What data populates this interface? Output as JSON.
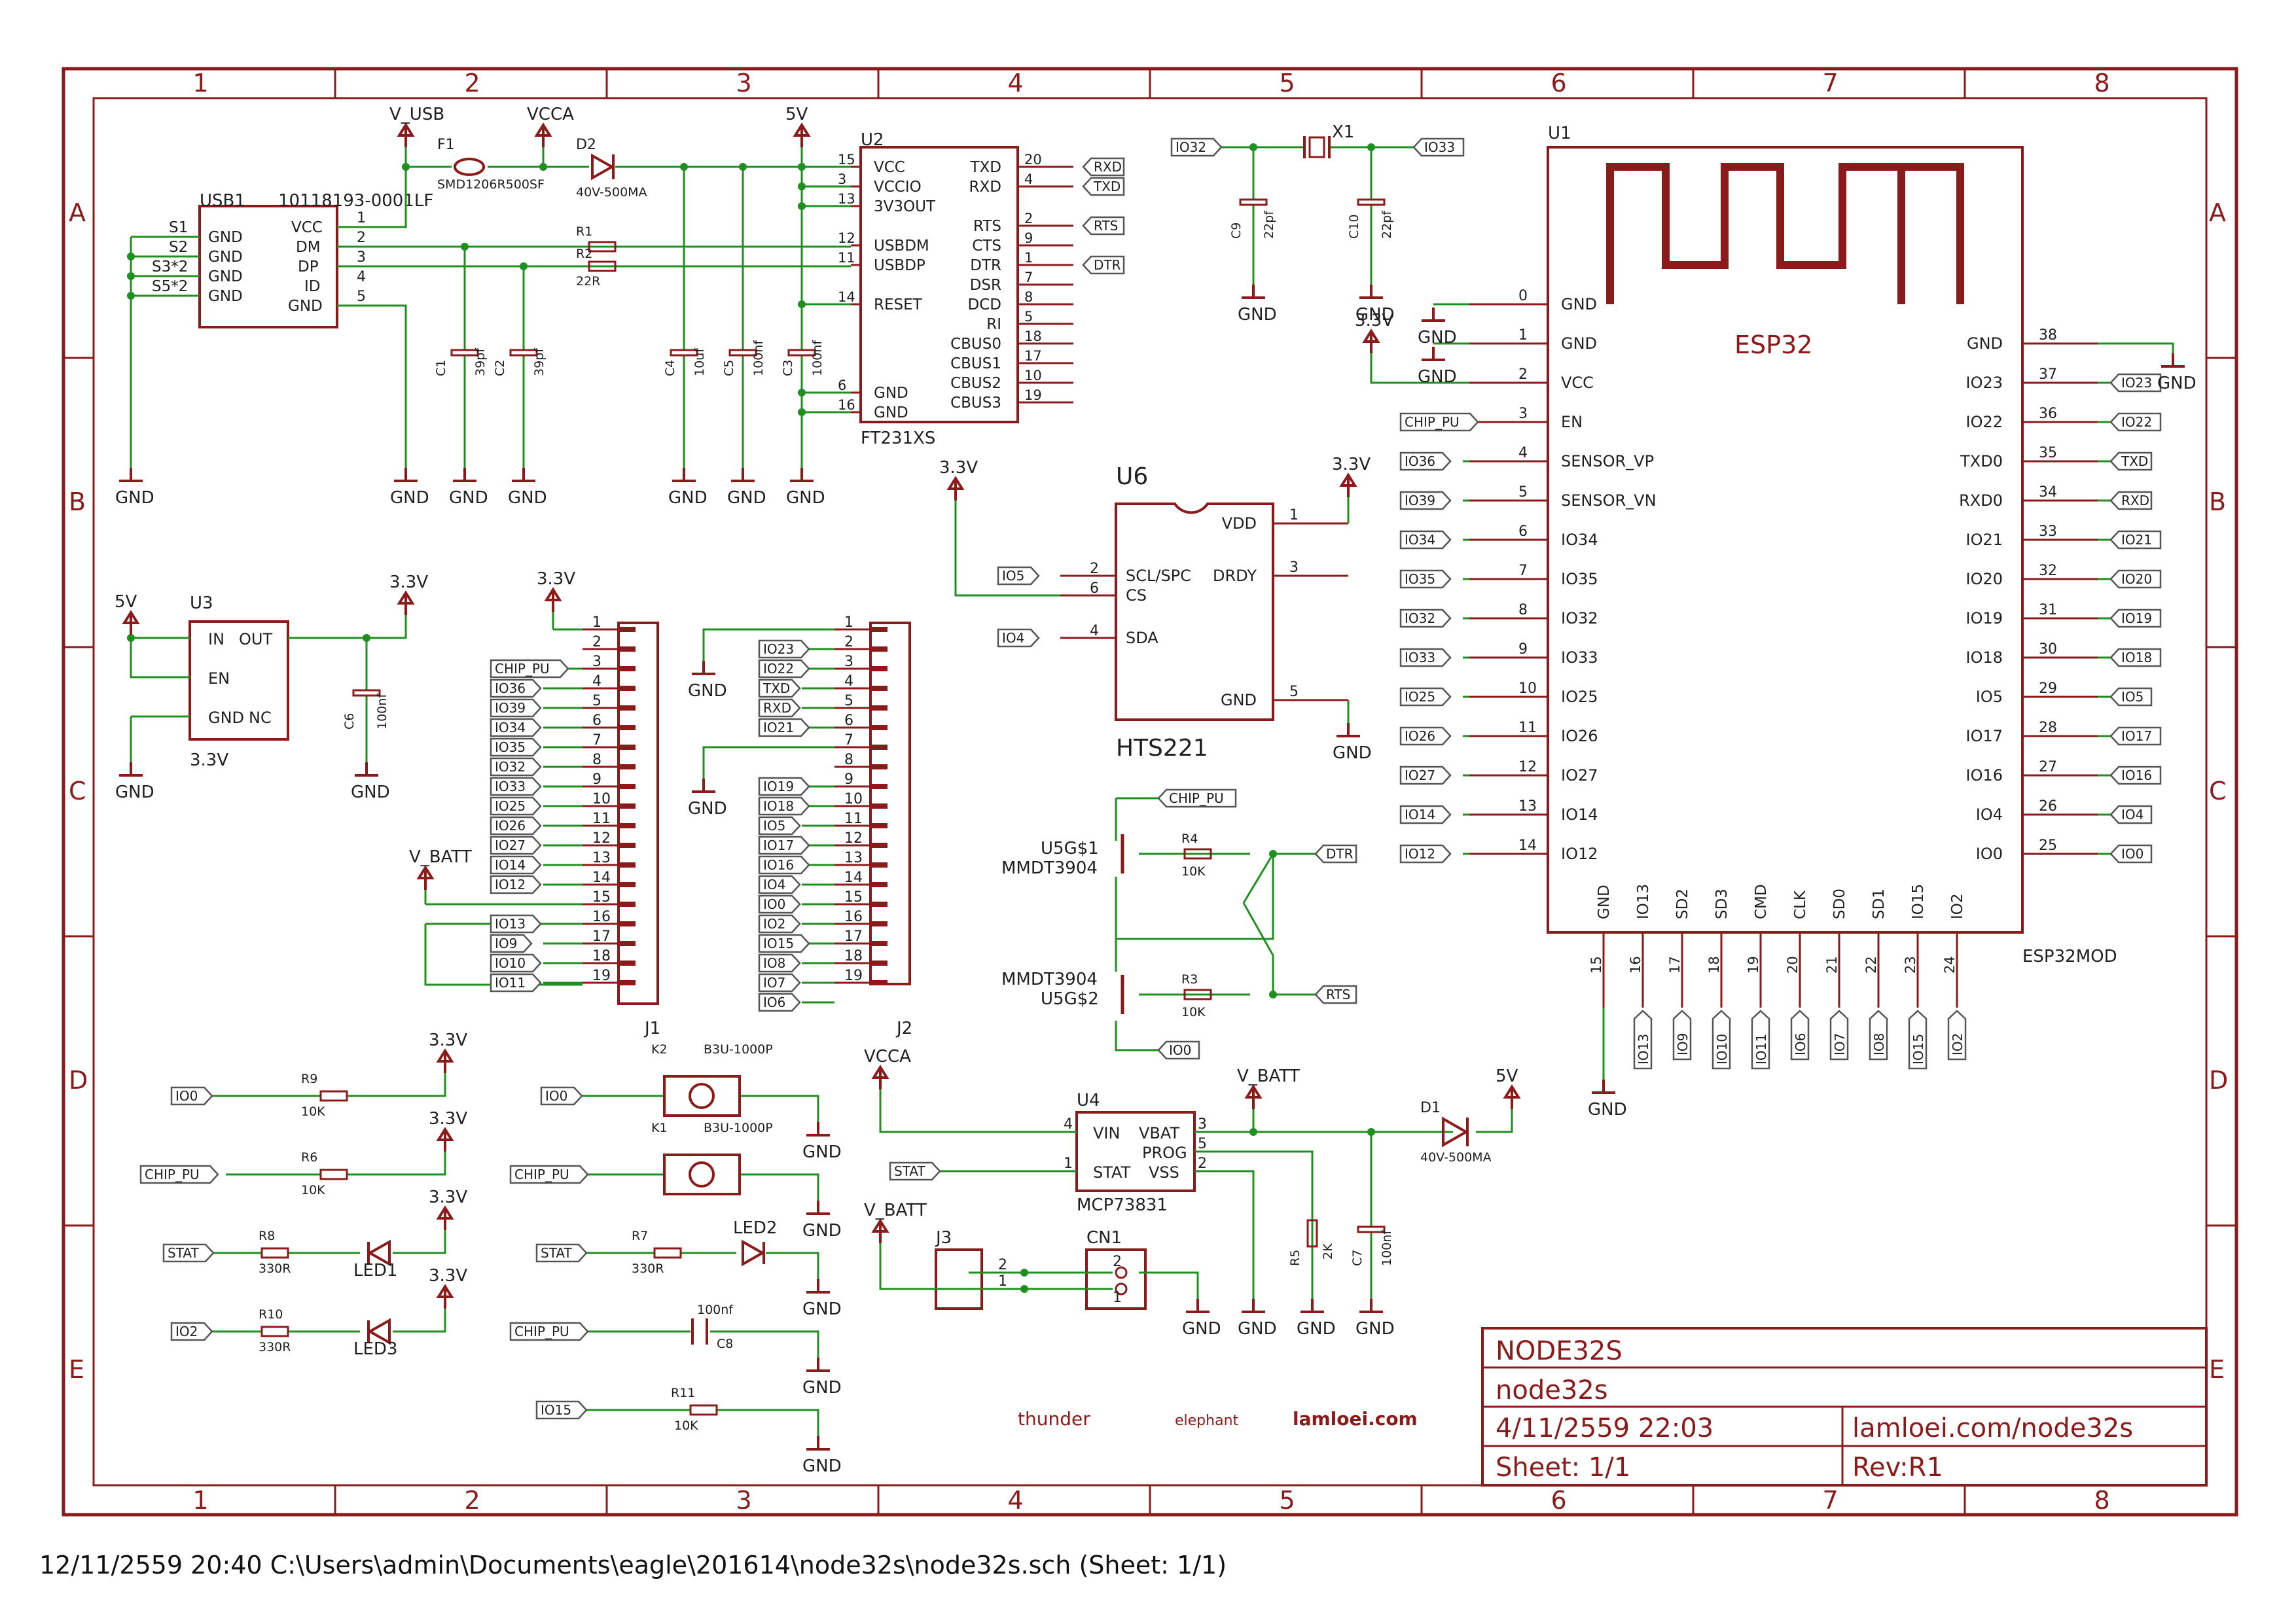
{
  "frame": {
    "columns": [
      "1",
      "2",
      "3",
      "4",
      "5",
      "6",
      "7",
      "8"
    ],
    "rows": [
      "A",
      "B",
      "C",
      "D",
      "E"
    ]
  },
  "title_block": {
    "title": "NODE32S",
    "name": "node32s",
    "date": "4/11/2559 22:03",
    "url": "lamloei.com/node32s",
    "sheet": "Sheet: 1/1",
    "rev": "Rev:R1"
  },
  "footer_path": "12/11/2559 20:40  C:\\Users\\admin\\Documents\\eagle\\201614\\node32s\\node32s.sch (Sheet: 1/1)",
  "credits": [
    "thunder",
    "elephant",
    "lamloei.com"
  ],
  "usb": {
    "ref": "USB1",
    "part": "10118193-0001LF",
    "pins_left": [
      "S1",
      "S2",
      "S3*2",
      "S5*2"
    ],
    "pins_right": [
      "VCC",
      "DM",
      "DP",
      "ID",
      "GND"
    ],
    "inner_left": [
      "GND",
      "GND",
      "GND",
      "GND"
    ],
    "pin_nums": [
      "1",
      "2",
      "3",
      "4",
      "5"
    ],
    "f1": "F1",
    "f1_part": "SMD1206R500SF",
    "d2": "D2",
    "d2_part": "40V-500MA",
    "r1": "R1",
    "r2": "R2",
    "r_val": "22R",
    "c1": "C1",
    "c2": "C2",
    "c_val": "39pf"
  },
  "ft231": {
    "ref": "U2",
    "part": "FT231XS",
    "left_pins": [
      "VCC",
      "VCCIO",
      "3V3OUT",
      "USBDM",
      "USBDP",
      "RESET",
      "GND",
      "GND"
    ],
    "left_nums": [
      "15",
      "3",
      "13",
      "12",
      "11",
      "14",
      "6",
      "16"
    ],
    "right_pins": [
      "TXD",
      "RXD",
      "RTS",
      "CTS",
      "DTR",
      "DSR",
      "DCD",
      "RI",
      "CBUS0",
      "CBUS1",
      "CBUS2",
      "CBUS3"
    ],
    "right_nums": [
      "20",
      "4",
      "2",
      "9",
      "1",
      "7",
      "8",
      "5",
      "18",
      "17",
      "10",
      "19"
    ],
    "c4": "C4",
    "c4v": "10uf",
    "c5": "C5",
    "c5v": "100nf",
    "c3": "C3",
    "c3v": "100nf"
  },
  "crystal": {
    "ref": "X1",
    "c9": "C9",
    "c10": "C10",
    "cv": "22pf",
    "n1": "IO32",
    "n2": "IO33"
  },
  "esp32": {
    "ref": "U1",
    "name": "ESP32",
    "part": "ESP32MOD",
    "left": [
      [
        "0",
        "GND"
      ],
      [
        "1",
        "GND"
      ],
      [
        "2",
        "VCC"
      ],
      [
        "3",
        "EN"
      ],
      [
        "4",
        "SENSOR_VP"
      ],
      [
        "5",
        "SENSOR_VN"
      ],
      [
        "6",
        "IO34"
      ],
      [
        "7",
        "IO35"
      ],
      [
        "8",
        "IO32"
      ],
      [
        "9",
        "IO33"
      ],
      [
        "10",
        "IO25"
      ],
      [
        "11",
        "IO26"
      ],
      [
        "12",
        "IO27"
      ],
      [
        "13",
        "IO14"
      ],
      [
        "14",
        "IO12"
      ]
    ],
    "left_labels": [
      "",
      "",
      "",
      "CHIP_PU",
      "IO36",
      "IO39",
      "IO34",
      "IO35",
      "IO32",
      "IO33",
      "IO25",
      "IO26",
      "IO27",
      "IO14",
      "IO12"
    ],
    "right": [
      [
        "38",
        "GND"
      ],
      [
        "37",
        "IO23"
      ],
      [
        "36",
        "IO22"
      ],
      [
        "35",
        "TXD0"
      ],
      [
        "34",
        "RXD0"
      ],
      [
        "33",
        "IO21"
      ],
      [
        "32",
        "IO20"
      ],
      [
        "31",
        "IO19"
      ],
      [
        "30",
        "IO18"
      ],
      [
        "29",
        "IO5"
      ],
      [
        "28",
        "IO17"
      ],
      [
        "27",
        "IO16"
      ],
      [
        "26",
        "IO4"
      ],
      [
        "25",
        "IO0"
      ]
    ],
    "right_labels": [
      "",
      "IO23",
      "IO22",
      "TXD",
      "RXD",
      "IO21",
      "IO20",
      "IO19",
      "IO18",
      "IO5",
      "IO17",
      "IO16",
      "IO4",
      "IO0"
    ],
    "bottom": [
      [
        "15",
        "GND"
      ],
      [
        "16",
        "IO13"
      ],
      [
        "17",
        "SD2"
      ],
      [
        "18",
        "SD3"
      ],
      [
        "19",
        "CMD"
      ],
      [
        "20",
        "CLK"
      ],
      [
        "21",
        "SD0"
      ],
      [
        "22",
        "SD1"
      ],
      [
        "23",
        "IO15"
      ],
      [
        "24",
        "IO2"
      ]
    ],
    "bottom_labels": [
      "",
      "IO13",
      "IO9",
      "IO10",
      "IO11",
      "IO6",
      "IO7",
      "IO8",
      "IO15",
      "IO2"
    ]
  },
  "hts": {
    "ref": "U6",
    "part": "HTS221",
    "left": [
      [
        "2",
        "SCL/SPC"
      ],
      [
        "6",
        "CS"
      ],
      [
        "4",
        "SDA"
      ]
    ],
    "right": [
      [
        "1",
        "VDD"
      ],
      [
        "3",
        "DRDY"
      ],
      [
        "5",
        "GND"
      ]
    ],
    "n_scl": "IO5",
    "n_sda": "IO4"
  },
  "reg": {
    "ref": "U3",
    "part": "3.3V",
    "pins": [
      "IN",
      "OUT",
      "EN",
      "GND",
      "NC"
    ],
    "c6": "C6",
    "c6v": "100nf"
  },
  "j1": {
    "ref": "J1",
    "labels": [
      "",
      "",
      "CHIP_PU",
      "IO36",
      "IO39",
      "IO34",
      "IO35",
      "IO32",
      "IO33",
      "IO25",
      "IO26",
      "IO27",
      "IO14",
      "IO12",
      "",
      "IO13",
      "IO9",
      "IO10",
      "IO11"
    ]
  },
  "j2": {
    "ref": "J2",
    "labels": [
      "IO23",
      "IO22",
      "TXD",
      "RXD",
      "IO21",
      "",
      "IO19",
      "IO18",
      "IO5",
      "IO17",
      "IO16",
      "IO4",
      "IO0",
      "IO2",
      "IO15",
      "IO8",
      "IO7",
      "IO6"
    ]
  },
  "auto": {
    "q1": "U5G$1",
    "q2": "U5G$2",
    "part": "MMDT3904",
    "r4": "R4",
    "r3": "R3",
    "rv": "10K",
    "n_cp": "CHIP_PU",
    "n_io0": "IO0",
    "n_dtr": "DTR",
    "n_rts": "RTS"
  },
  "charger": {
    "ref": "U4",
    "part": "MCP73831",
    "pins_l": [
      "VIN",
      "STAT"
    ],
    "pins_r": [
      "VBAT",
      "PROG",
      "VSS"
    ],
    "nums_l": [
      "4",
      "1"
    ],
    "nums_r": [
      "3",
      "5",
      "2"
    ],
    "r5": "R5",
    "r5v": "2K",
    "c7": "C7",
    "c7v": "100nf",
    "d1": "D1",
    "d1v": "40V-500MA",
    "stat": "STAT"
  },
  "conn": {
    "j3": "J3",
    "cn1": "CN1"
  },
  "bottom_left": {
    "r9": "R9",
    "r6": "R6",
    "r8": "R8",
    "r10": "R10",
    "k10": "10K",
    "r330": "330R",
    "led1": "LED1",
    "led3": "LED3",
    "io0": "IO0",
    "chip": "CHIP_PU",
    "stat": "STAT",
    "io2": "IO2"
  },
  "bottom_mid": {
    "k2": "K2",
    "k1": "K1",
    "bpart": "B3U-1000P",
    "r7": "R7",
    "r330": "330R",
    "led2": "LED2",
    "c8": "C8",
    "c8v": "100nf",
    "r11": "R11",
    "k10": "10K",
    "io15": "IO15"
  },
  "power": {
    "vusb": "V_USB",
    "vcca": "VCCA",
    "v5": "5V",
    "v33": "3.3V",
    "vbatt": "V_BATT",
    "gnd": "GND"
  }
}
